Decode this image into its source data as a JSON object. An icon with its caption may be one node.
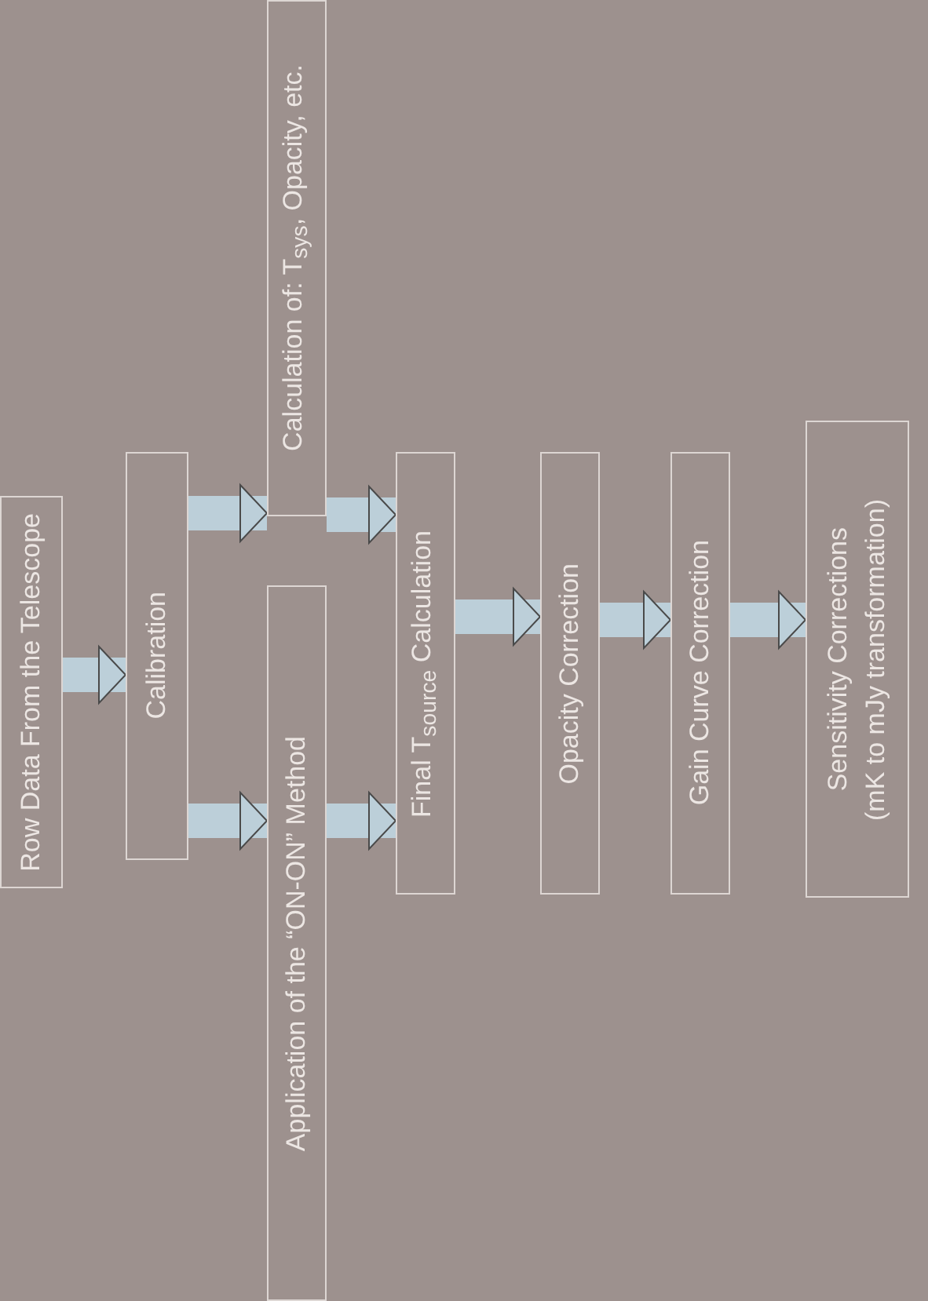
{
  "diagram": {
    "nodes": [
      {
        "text": [
          "Row Data From the Telescope"
        ]
      },
      {
        "text": [
          "Calibration"
        ]
      },
      {
        "text": [
          "Calculation of: T$_{sys}$, Opacity, etc."
        ]
      },
      {
        "text": [
          "Application of the “ON-ON” Method"
        ]
      },
      {
        "text": [
          "Final T$_{source}$ Calculation"
        ]
      },
      {
        "text": [
          "Opacity Correction"
        ]
      },
      {
        "text": [
          "Gain Curve Correction"
        ]
      },
      {
        "text": [
          "Sensitivity Corrections",
          "(mK to mJy transformation)"
        ]
      }
    ],
    "edges": [
      {
        "from": 0,
        "to": 1,
        "arrow": "to"
      },
      {
        "from": 1,
        "to": 2,
        "arrow": "to"
      },
      {
        "from": 1,
        "to": 3,
        "arrow": "to"
      },
      {
        "from": 2,
        "to": 4,
        "arrow": "to"
      },
      {
        "from": 3,
        "to": 4,
        "arrow": "to"
      },
      {
        "from": 4,
        "to": 5,
        "arrow": "to"
      },
      {
        "from": 5,
        "to": 6,
        "arrow": "to"
      },
      {
        "from": 6,
        "to": 7,
        "arrow": "to"
      }
    ]
  }
}
